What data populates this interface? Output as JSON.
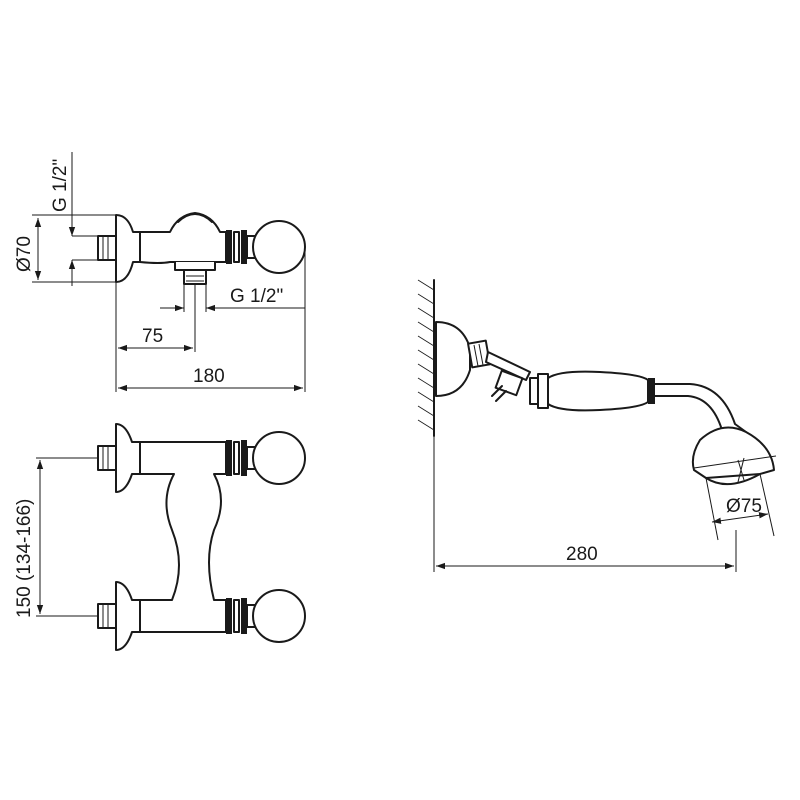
{
  "dimensions": {
    "inlet_thread": "G 1/2\"",
    "diameter_escutcheon": "Ø70",
    "outlet_thread": "G 1/2\"",
    "offset_75": "75",
    "length_180": "180",
    "centres": "150 (134-166)",
    "diameter_head": "Ø75",
    "length_280": "280"
  },
  "colors": {
    "line": "#1a1a1a",
    "background": "#ffffff"
  }
}
